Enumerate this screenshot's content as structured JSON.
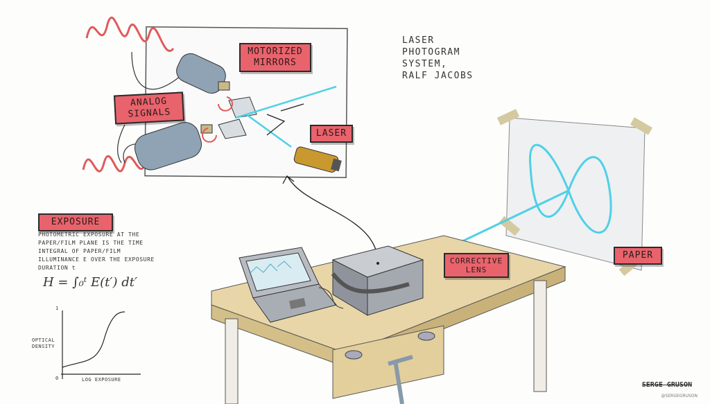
{
  "title": [
    "LASER",
    "PHOTOGRAM",
    "SYSTEM,",
    "RALF JACOBS"
  ],
  "labels": {
    "motorized_mirrors": [
      "MOTORIZED",
      "MIRRORS"
    ],
    "analog_signals": [
      "ANALOG",
      "SIGNALS"
    ],
    "laser": "LASER",
    "corrective_lens": [
      "CORRECTIVE",
      "LENS"
    ],
    "paper": "PAPER",
    "exposure": "EXPOSURE"
  },
  "exposure": {
    "description": [
      "PHOTOMETRIC EXPOSURE AT THE",
      "PAPER/FILM PLANE IS THE TIME",
      "INTEGRAL OF PAPER/FILM",
      "ILLUMINANCE E OVER THE EXPOSURE",
      "DURATION t"
    ],
    "formula": "H = ∫₀ᵗ E(t′) dt′",
    "graph": {
      "y_label": [
        "OPTICAL",
        "DENSITY"
      ],
      "x_label": "LOG EXPOSURE",
      "y_max": "1",
      "origin": "0"
    }
  },
  "signature": {
    "name": "SERGE GRUSON",
    "handle": "@SERGEGRUSON"
  },
  "colors": {
    "tag": "#e8636c",
    "laser": "#4fd0e6",
    "wood": "#e8d6a8"
  }
}
